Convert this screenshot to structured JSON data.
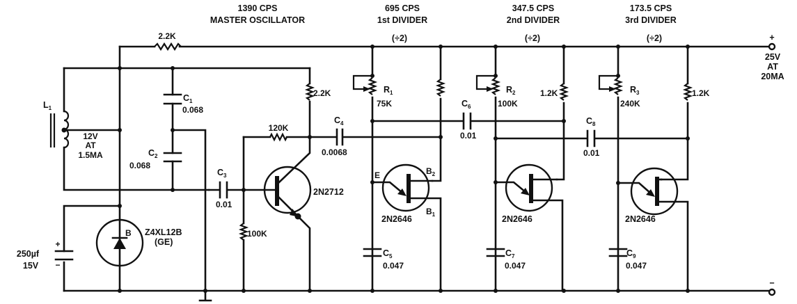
{
  "title": "Frequency divider chain schematic",
  "stages": {
    "master": {
      "freq": "1390 CPS",
      "name": "MASTER OSCILLATOR"
    },
    "div1": {
      "freq": "695 CPS",
      "name": "1st DIVIDER",
      "ratio": "(÷2)"
    },
    "div2": {
      "freq": "347.5 CPS",
      "name": "2nd DIVIDER",
      "ratio": "(÷2)"
    },
    "div3": {
      "freq": "173.5 CPS",
      "name": "3rd DIVIDER",
      "ratio": "(÷2)"
    }
  },
  "supply": {
    "plus": "+",
    "minus": "−",
    "line1": "25V",
    "line2": "AT",
    "line3": "20MA"
  },
  "components": {
    "r_top": {
      "value": "2.2K"
    },
    "l1": {
      "ref": "L",
      "sub": "1",
      "line1": "12V",
      "line2": "AT",
      "line3": "1.5MA"
    },
    "c1": {
      "ref": "C",
      "sub": "1",
      "value": "0.068"
    },
    "c2": {
      "ref": "C",
      "sub": "2",
      "value": "0.068"
    },
    "c3": {
      "ref": "C",
      "sub": "3",
      "value": "0.01"
    },
    "c4": {
      "ref": "C",
      "sub": "4",
      "value": "0.0068"
    },
    "c5": {
      "ref": "C",
      "sub": "5",
      "value": "0.047"
    },
    "c6": {
      "ref": "C",
      "sub": "6",
      "value": "0.01"
    },
    "c7": {
      "ref": "C",
      "sub": "7",
      "value": "0.047"
    },
    "c8": {
      "ref": "C",
      "sub": "8",
      "value": "0.01"
    },
    "c9": {
      "ref": "C",
      "sub": "9",
      "value": "0.047"
    },
    "r_collector": {
      "value": "2.2K"
    },
    "r_feedback": {
      "value": "120K"
    },
    "r_base": {
      "value": "100K"
    },
    "r1": {
      "ref": "R",
      "sub": "1",
      "value": "75K"
    },
    "r2": {
      "ref": "R",
      "sub": "2",
      "value": "100K"
    },
    "r3": {
      "ref": "R",
      "sub": "3",
      "value": "240K"
    },
    "r_b2_2": {
      "value": "1.2K"
    },
    "r_b2_3": {
      "value": "1.2K"
    },
    "q_osc": {
      "part": "2N2712"
    },
    "q1": {
      "part": "2N2646",
      "e": "E",
      "b2": "B",
      "b2sub": "2",
      "b1": "B",
      "b1sub": "1"
    },
    "q2": {
      "part": "2N2646"
    },
    "q3": {
      "part": "2N2646"
    },
    "zener": {
      "pin": "B",
      "part": "Z4XL12B",
      "maker": "(GE)"
    },
    "c_filter": {
      "value": "250µf",
      "voltage": "15V",
      "plus": "+",
      "minus": "−"
    }
  }
}
